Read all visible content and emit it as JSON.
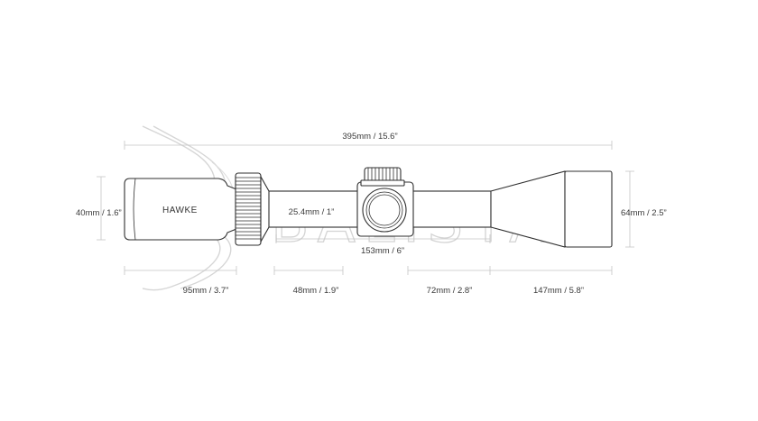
{
  "brand": "HAWKE",
  "watermark": "BALISTAS",
  "dimensions": {
    "overall_length": "395mm / 15.6”",
    "objective_diameter": "64mm / 2.5”",
    "eyepiece_diameter": "40mm / 1.6”",
    "tube_diameter": "25.4mm / 1”",
    "mounting_length": "153mm / 6”",
    "eyepiece_length": "95mm / 3.7”",
    "front_of_eyepiece": "48mm / 1.9”",
    "tube_before_bell": "72mm / 2.8”",
    "objective_bell_length": "147mm / 5.8”"
  }
}
